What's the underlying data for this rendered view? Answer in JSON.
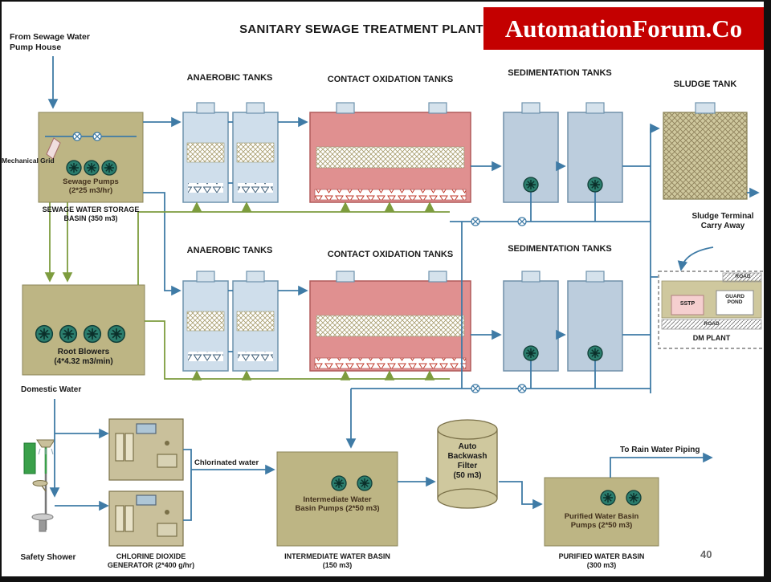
{
  "header": {
    "title": "SANITARY SEWAGE TREATMENT PLANT",
    "brand": "AutomationForum.Co"
  },
  "inlet": {
    "label": "From Sewage Water\nPump House"
  },
  "storage_basin": {
    "grid": "Mechanical Grid",
    "pumps": "Sewage Pumps\n(2*25 m3/hr)",
    "caption": "SEWAGE WATER STORAGE\nBASIN (350 m3)"
  },
  "train_top": {
    "anaerobic": "ANAEROBIC TANKS",
    "oxidation": "CONTACT OXIDATION TANKS",
    "sedimentation": "SEDIMENTATION TANKS"
  },
  "train_bottom": {
    "anaerobic": "ANAEROBIC TANKS",
    "oxidation": "CONTACT OXIDATION TANKS",
    "sedimentation": "SEDIMENTATION TANKS"
  },
  "sludge": {
    "title": "SLUDGE TANK",
    "terminal": "Sludge Terminal\nCarry Away"
  },
  "dm_plant": {
    "road_top": "ROAD",
    "sstp": "SSTP",
    "guard_pond": "GUARD\nPOND",
    "road_bottom": "ROAD",
    "caption": "DM PLANT"
  },
  "blowers": {
    "label": "Root Blowers\n(4*4.32 m3/min)"
  },
  "utilities": {
    "domestic_water": "Domestic Water",
    "safety_shower": "Safety Shower",
    "chlorine_caption": "CHLORINE DIOXIDE\nGENERATOR (2*400 g/hr)",
    "chlorinated_water": "Chlorinated water"
  },
  "intermediate_basin": {
    "pumps": "Intermediate Water\nBasin Pumps (2*50 m3)",
    "caption": "INTERMEDIATE WATER BASIN\n(150 m3)"
  },
  "backwash_filter": {
    "label": "Auto\nBackwash\nFilter\n(50 m3)"
  },
  "purified_basin": {
    "pumps": "Purified Water Basin\nPumps (2*50 m3)",
    "caption": "PURIFIED WATER BASIN\n(300 m3)"
  },
  "outlets": {
    "rain_water": "To Rain Water Piping"
  },
  "page_number": "40",
  "colors": {
    "pipe_water": "#3f7ba6",
    "pipe_air": "#7d9c3e",
    "brand_red": "#c40000",
    "basin_tan": "#bdb584",
    "tank_blue": "#cfdeeb",
    "tank_pink": "#e09090",
    "tank_gray_blue": "#bccddd",
    "sludge_tan": "#cfc89e"
  }
}
